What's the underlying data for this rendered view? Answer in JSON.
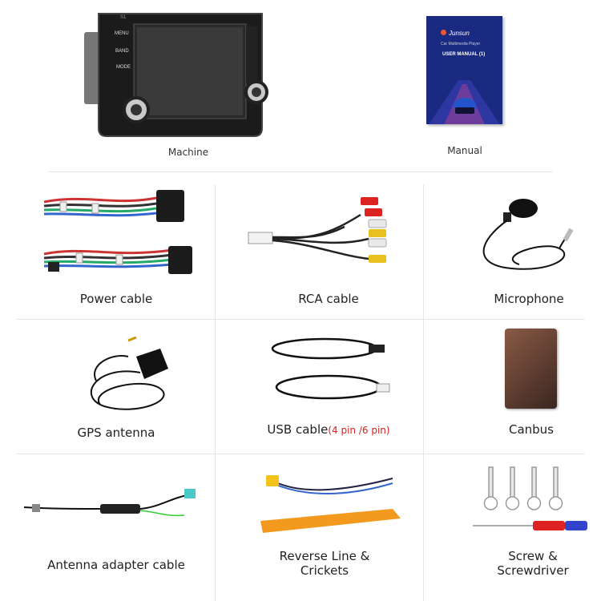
{
  "items": [
    {
      "label": "Machine"
    },
    {
      "label": "Manual"
    },
    {
      "label": "Power cable"
    },
    {
      "label": "RCA cable"
    },
    {
      "label": "Microphone"
    },
    {
      "label": "GPS antenna"
    },
    {
      "label": "USB cable",
      "suffix": "(4 pin /6 pin)"
    },
    {
      "label": "Canbus"
    },
    {
      "label": "Antenna adapter cable"
    },
    {
      "label": "Reverse Line &",
      "label2": "Crickets"
    },
    {
      "label": "Screw &",
      "label2": "Screwdriver"
    }
  ],
  "machine": {
    "buttons": [
      "MENU",
      "BAND",
      "MODE"
    ],
    "top_text": "S1"
  },
  "manual": {
    "brand": "Junsun",
    "subtitle": "Car Multimedia Player",
    "title": "USER MANUAL (1)"
  },
  "colors": {
    "accent_red": "#d62020",
    "manual_bg": "#1a2a80",
    "orange": "#f39a1e"
  }
}
